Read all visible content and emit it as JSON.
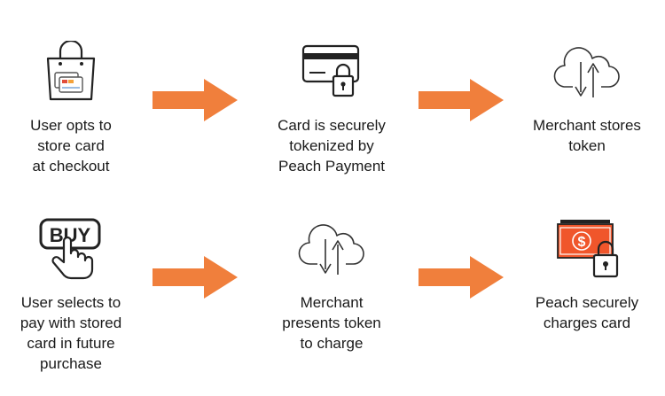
{
  "colors": {
    "accent": "#f07f3c",
    "stroke": "#222222",
    "cash": "#f0562b"
  },
  "steps": [
    {
      "icon": "shopping-bag-card-icon",
      "label": "User opts to\nstore card\nat checkout"
    },
    {
      "icon": "card-lock-icon",
      "label": "Card is securely\ntokenized by\nPeach Payment"
    },
    {
      "icon": "cloud-transfer-icon",
      "label": "Merchant stores\ntoken"
    },
    {
      "icon": "buy-button-tap-icon",
      "label": "User selects to\npay with stored\ncard in future\npurchase",
      "buy_text": "BUY"
    },
    {
      "icon": "cloud-transfer-icon",
      "label": "Merchant\npresents token\nto charge"
    },
    {
      "icon": "cash-lock-icon",
      "label": "Peach securely\ncharges card",
      "currency_symbol": "$"
    }
  ]
}
